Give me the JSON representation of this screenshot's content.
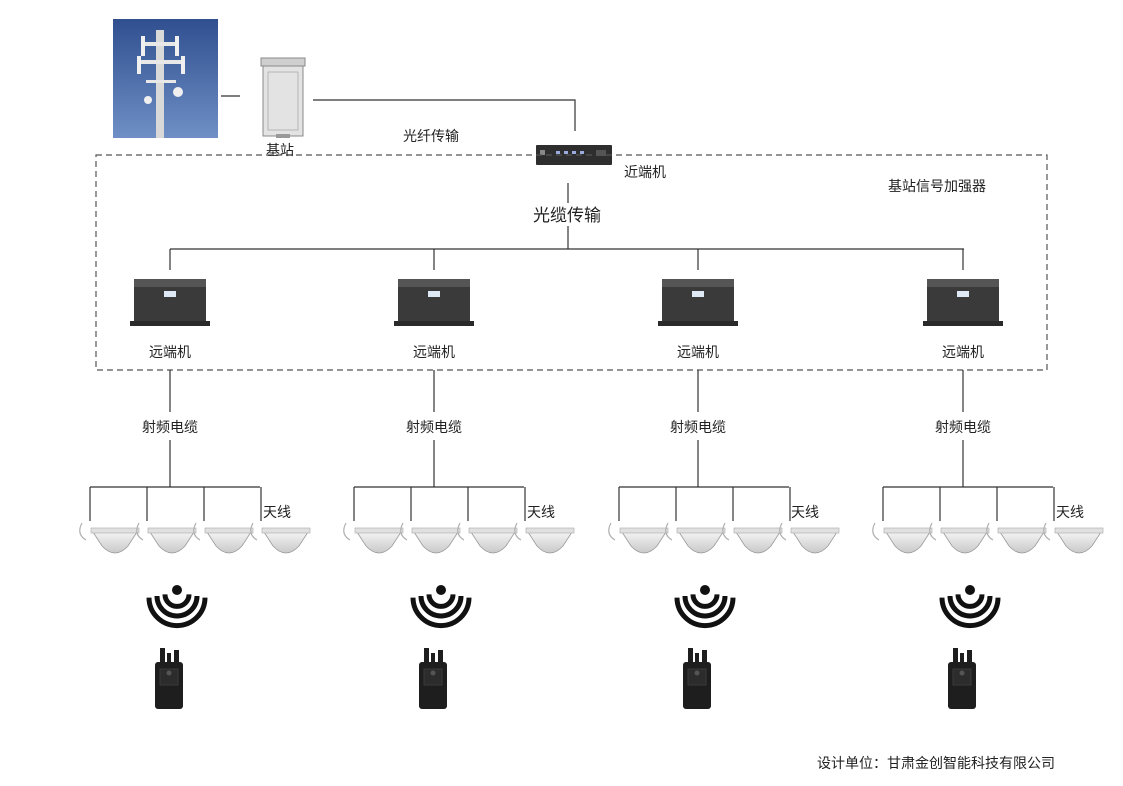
{
  "labels": {
    "base_station": "基站",
    "fiber": "光纤传输",
    "near_end": "近端机",
    "booster": "基站信号加强器",
    "optical_cable": "光缆传输",
    "remote": [
      "远端机",
      "远端机",
      "远端机",
      "远端机"
    ],
    "rf_cable": [
      "射频电缆",
      "射频电缆",
      "射频电缆",
      "射频电缆"
    ],
    "antenna": [
      "天线",
      "天线",
      "天线",
      "天线"
    ]
  },
  "footer": {
    "designer": "设计单位：甘肃金创智能科技有限公司"
  },
  "icons": {
    "tower": "cell-tower-photo",
    "cabinet": "base-station-cabinet",
    "near_unit": "rack-unit",
    "remote_unit": "remote-unit-box",
    "antenna": "ceiling-antenna",
    "signal": "wireless-signal",
    "radio": "walkie-talkie"
  },
  "colors": {
    "line": "#333333",
    "sky": "#3d5f9e",
    "device": "#3a3a3a"
  }
}
